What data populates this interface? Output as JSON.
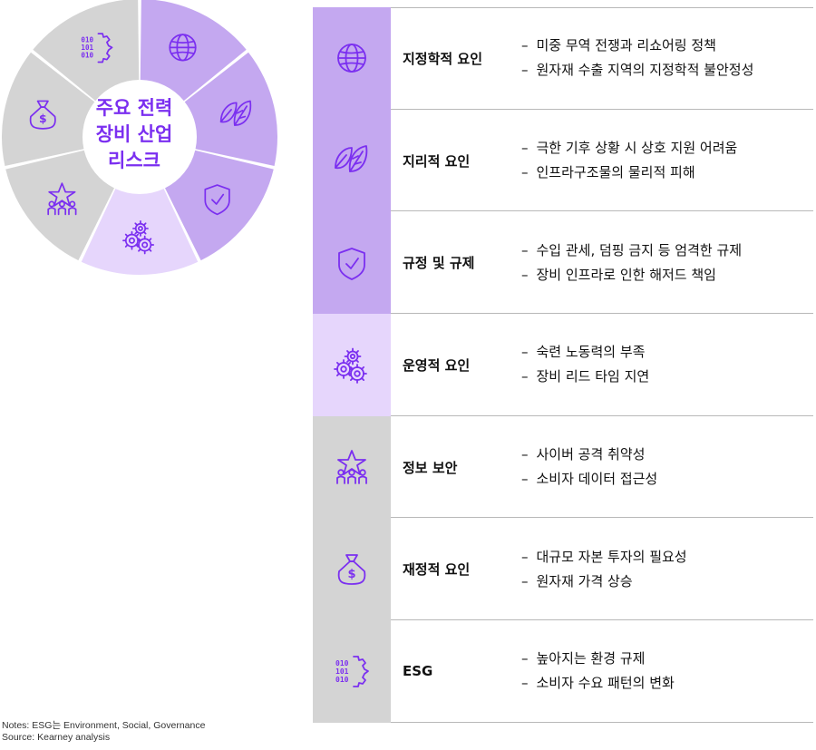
{
  "center_label": [
    "주요 전력",
    "장비 산업",
    "리스크"
  ],
  "colors": {
    "accent": "#7b2ff0",
    "dark_purple": "#c4a8f0",
    "light_purple": "#e6d6fc",
    "gray": "#d4d4d4"
  },
  "factors": [
    {
      "name": "지정학적 요인",
      "icon": "globe-icon",
      "tone": "dark_purple",
      "points": [
        "미중 무역 전쟁과 리쇼어링 정책",
        "원자재 수출 지역의 지정학적 불안정성"
      ]
    },
    {
      "name": "지리적 요인",
      "icon": "leaf-icon",
      "tone": "dark_purple",
      "points": [
        "극한 기후 상황 시 상호 지원 어려움",
        "인프라구조물의 물리적 피해"
      ]
    },
    {
      "name": "규정 및 규제",
      "icon": "shield-check-icon",
      "tone": "dark_purple",
      "points": [
        "수입 관세, 덤핑 금지 등 엄격한 규제",
        "장비 인프라로 인한 해저드 책임"
      ]
    },
    {
      "name": "운영적 요인",
      "icon": "gears-icon",
      "tone": "light_purple",
      "points": [
        "숙련 노동력의 부족",
        "장비 리드 타임 지연"
      ]
    },
    {
      "name": "정보 보안",
      "icon": "star-people-icon",
      "tone": "gray",
      "points": [
        "사이버 공격 취약성",
        "소비자 데이터 접근성"
      ]
    },
    {
      "name": "재정적 요인",
      "icon": "money-bag-icon",
      "tone": "gray",
      "points": [
        "대규모 자본 투자의 필요성",
        "원자재 가격 상승"
      ]
    },
    {
      "name": "ESG",
      "icon": "binary-gear-icon",
      "tone": "gray",
      "points": [
        "높아지는 환경 규제",
        "소비자 수요 패턴의 변화"
      ]
    }
  ],
  "notes": [
    "Notes: ESG는 Environment, Social, Governance",
    "Source: Kearney analysis"
  ]
}
